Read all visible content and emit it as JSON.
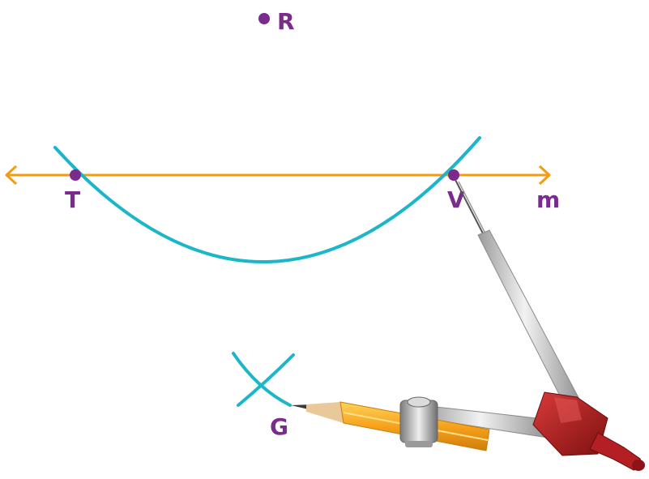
{
  "points": {
    "R": "R",
    "T": "T",
    "V": "V",
    "G": "G"
  },
  "line_label": "m",
  "colors": {
    "label": "#7b2a8e",
    "point": "#7b2a8e",
    "line": "#f39c12",
    "arc": "#1bb7c9",
    "compass_head": "#b41f24",
    "pencil": "#f7a21b"
  },
  "icons": {
    "compass": "compass-icon",
    "pencil": "pencil-icon"
  }
}
